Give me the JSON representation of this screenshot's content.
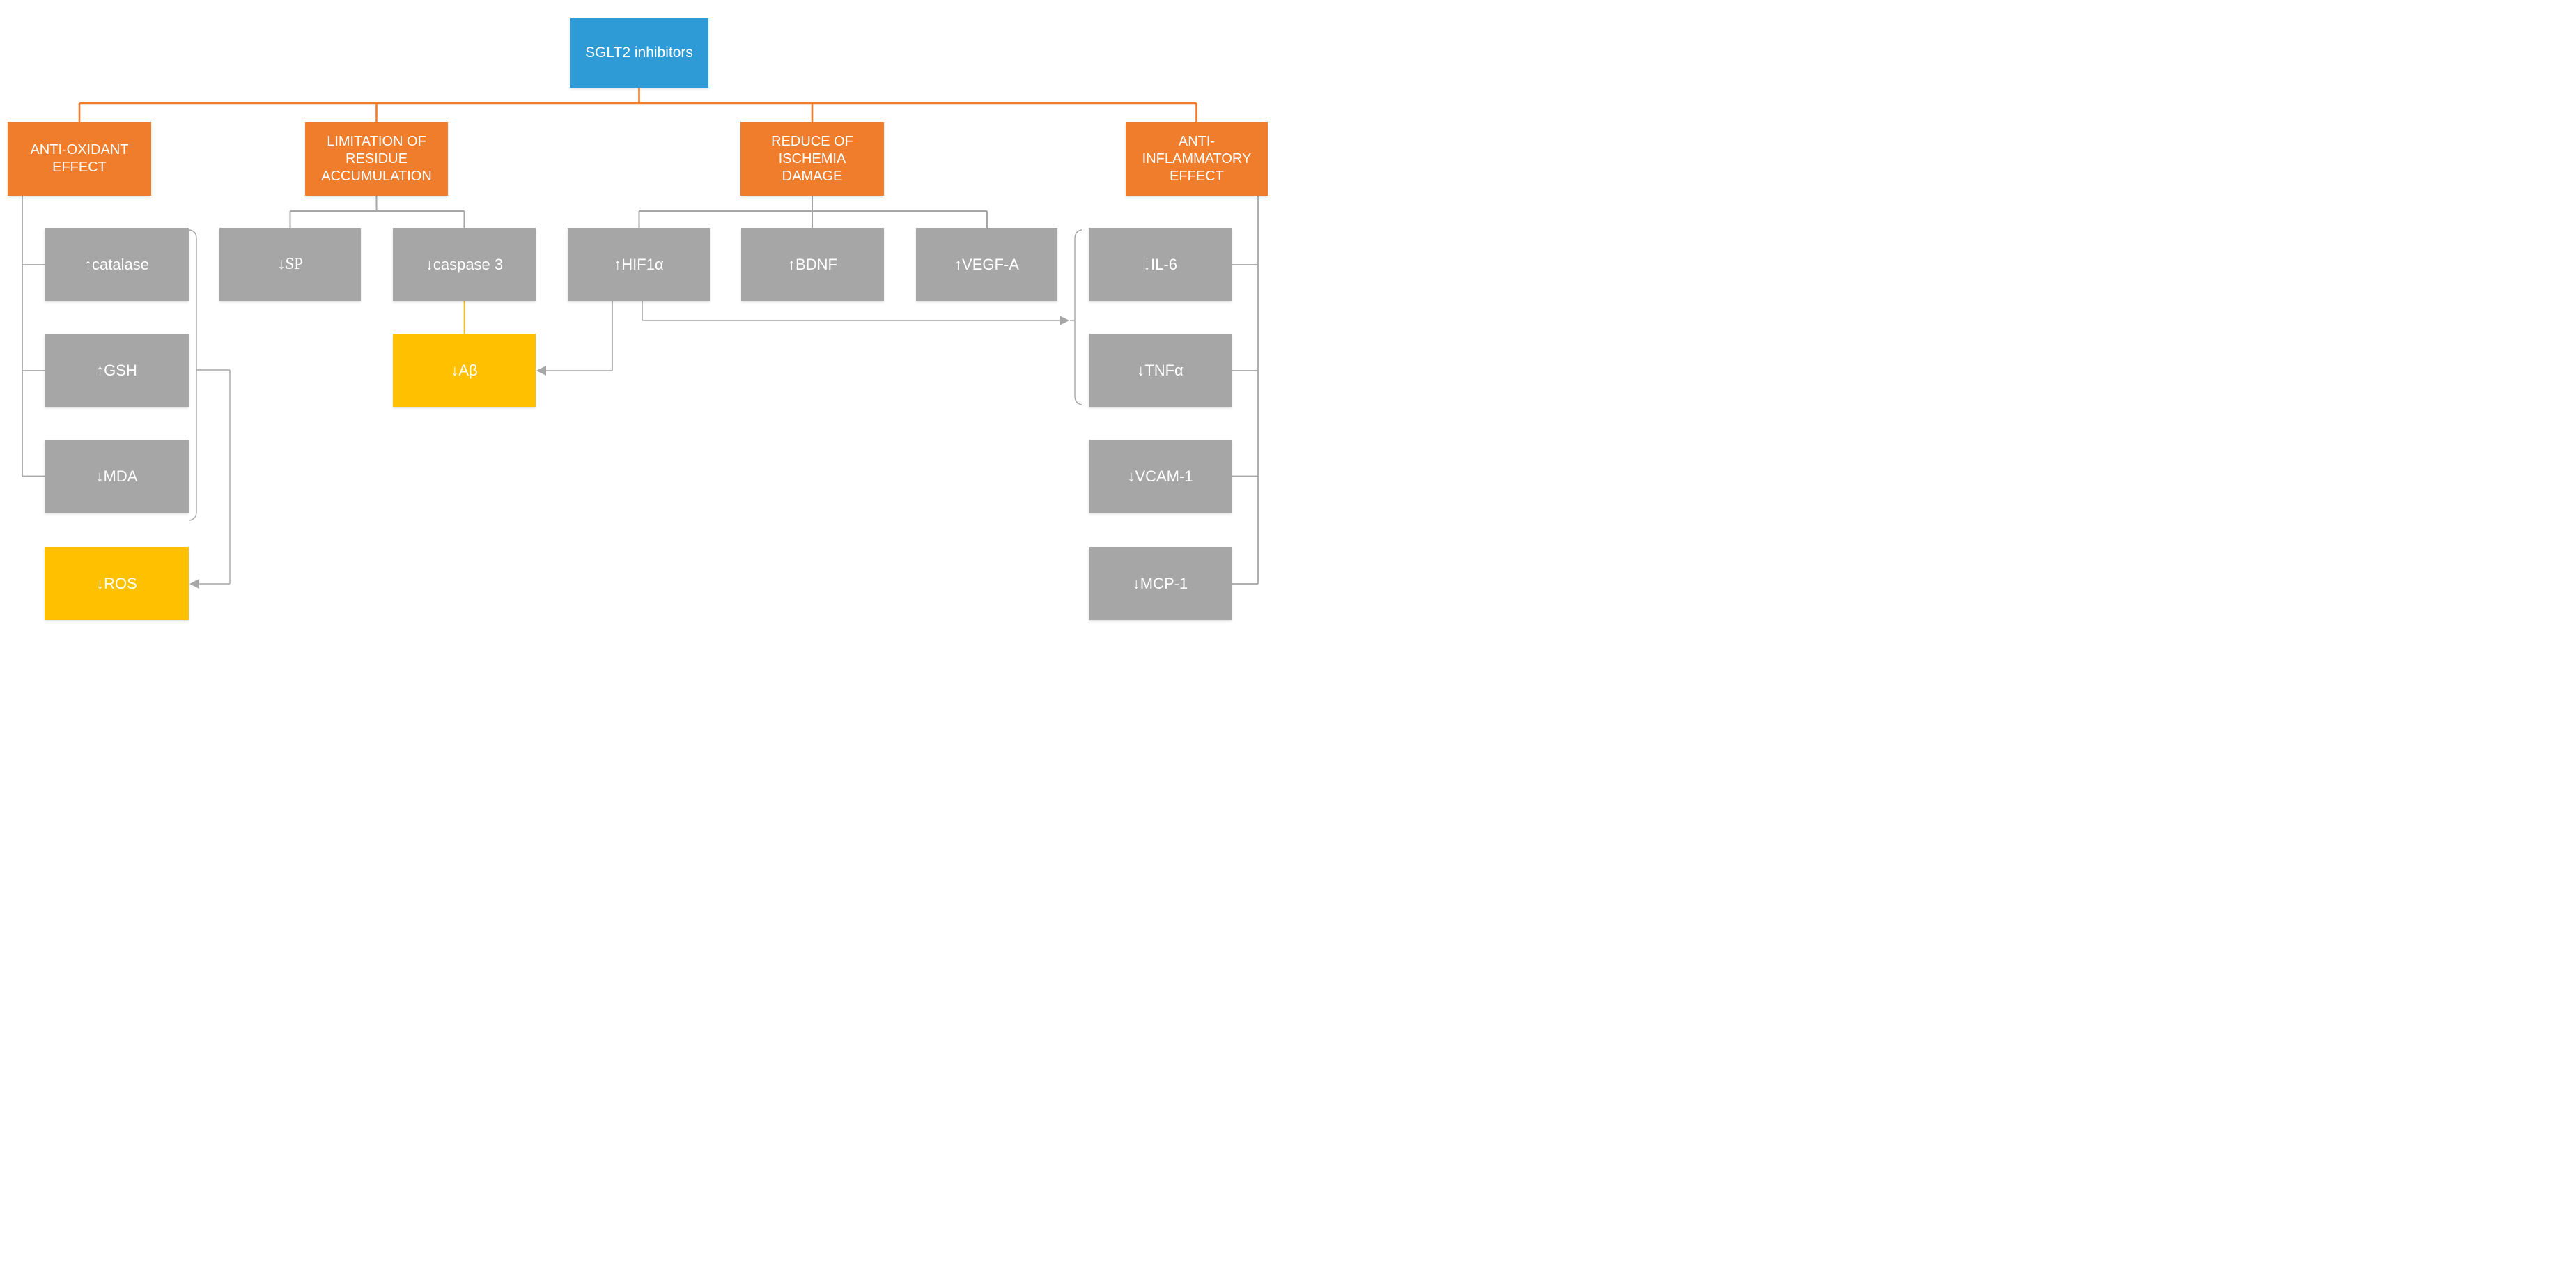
{
  "diagram": {
    "type": "hierarchy-flowchart",
    "topic": "Effects of SGLT2 inhibitors"
  },
  "colors": {
    "root_blue": "#2E9BD6",
    "category_orange": "#EF7D2C",
    "node_gray": "#A6A6A6",
    "outcome_yellow": "#FFC000",
    "connector_orange": "#EF7D2C",
    "connector_gray": "#A6A6A6",
    "connector_gold": "#FFC000",
    "text_white": "#FFFFFF"
  },
  "nodes": {
    "root": "SGLT2 inhibitors",
    "anti_oxidant": "ANTI-OXIDANT\nEFFECT",
    "limitation": "LIMITATION OF\nRESIDUE\nACCUMULATION",
    "ischemia": "REDUCE OF\nISCHEMIA\nDAMAGE",
    "anti_inflammatory": "ANTI-\nINFLAMMATORY\nEFFECT",
    "catalase": "↑catalase",
    "gsh": "↑GSH",
    "mda": "↓MDA",
    "ros": "↓ROS",
    "sp": "↓SP",
    "caspase3": "↓caspase 3",
    "abeta": "↓Aβ",
    "hif1a": "↑HIF1α",
    "bdnf": "↑BDNF",
    "vegfa": "↑VEGF-A",
    "il6": "↓IL-6",
    "tnfa": "↓TNFα",
    "vcam1": "↓VCAM-1",
    "mcp1": "↓MCP-1"
  },
  "hierarchy": {
    "root": "SGLT2 inhibitors",
    "branches": [
      {
        "category": "ANTI-OXIDANT EFFECT",
        "children": [
          "↑catalase",
          "↑GSH",
          "↓MDA"
        ]
      },
      {
        "category": "LIMITATION OF RESIDUE ACCUMULATION",
        "children": [
          "↓SP",
          "↓caspase 3"
        ]
      },
      {
        "category": "REDUCE OF ISCHEMIA DAMAGE",
        "children": [
          "↑HIF1α",
          "↑BDNF",
          "↑VEGF-A"
        ]
      },
      {
        "category": "ANTI-INFLAMMATORY EFFECT",
        "children": [
          "↓IL-6",
          "↓TNFα",
          "↓VCAM-1",
          "↓MCP-1"
        ]
      }
    ]
  },
  "arrows": [
    {
      "from": "↑catalase / ↑GSH / ↓MDA (bracket)",
      "to": "↓ROS"
    },
    {
      "from": "↓caspase 3",
      "to": "↓Aβ"
    },
    {
      "from": "↑HIF1α",
      "to": "↓Aβ"
    },
    {
      "from": "↑HIF1α",
      "to": "↓IL-6 / ↓TNFα (bracket)"
    }
  ]
}
